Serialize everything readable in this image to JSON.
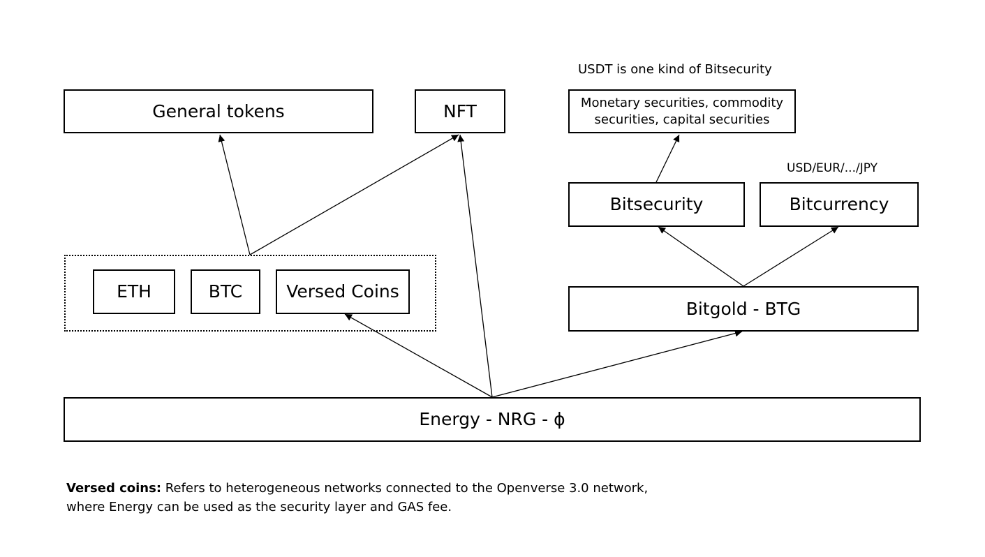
{
  "nodes": {
    "general_tokens": "General tokens",
    "nft": "NFT",
    "securities_types": "Monetary securities, commodity securities, capital securities",
    "bitsecurity": "Bitsecurity",
    "bitcurrency": "Bitcurrency",
    "eth": "ETH",
    "btc": "BTC",
    "versed_coins": "Versed Coins",
    "bitgold": "Bitgold - BTG",
    "energy": "Energy - NRG - ϕ"
  },
  "annotations": {
    "usdt_note": "USDT is one kind of Bitsecurity",
    "currency_note": "USD/EUR/.../JPY"
  },
  "footnote": {
    "term": "Versed coins:",
    "line1": "Refers to heterogeneous networks connected to the Openverse 3.0 network,",
    "line2": "where Energy can be used as the security layer and GAS fee."
  },
  "edges": [
    {
      "from": "energy",
      "to": "versed_coins"
    },
    {
      "from": "energy",
      "to": "nft"
    },
    {
      "from": "energy",
      "to": "bitgold"
    },
    {
      "from": "coin_group",
      "to": "general_tokens"
    },
    {
      "from": "coin_group",
      "to": "nft"
    },
    {
      "from": "bitgold",
      "to": "bitsecurity"
    },
    {
      "from": "bitgold",
      "to": "bitcurrency"
    },
    {
      "from": "bitsecurity",
      "to": "securities_types"
    }
  ]
}
